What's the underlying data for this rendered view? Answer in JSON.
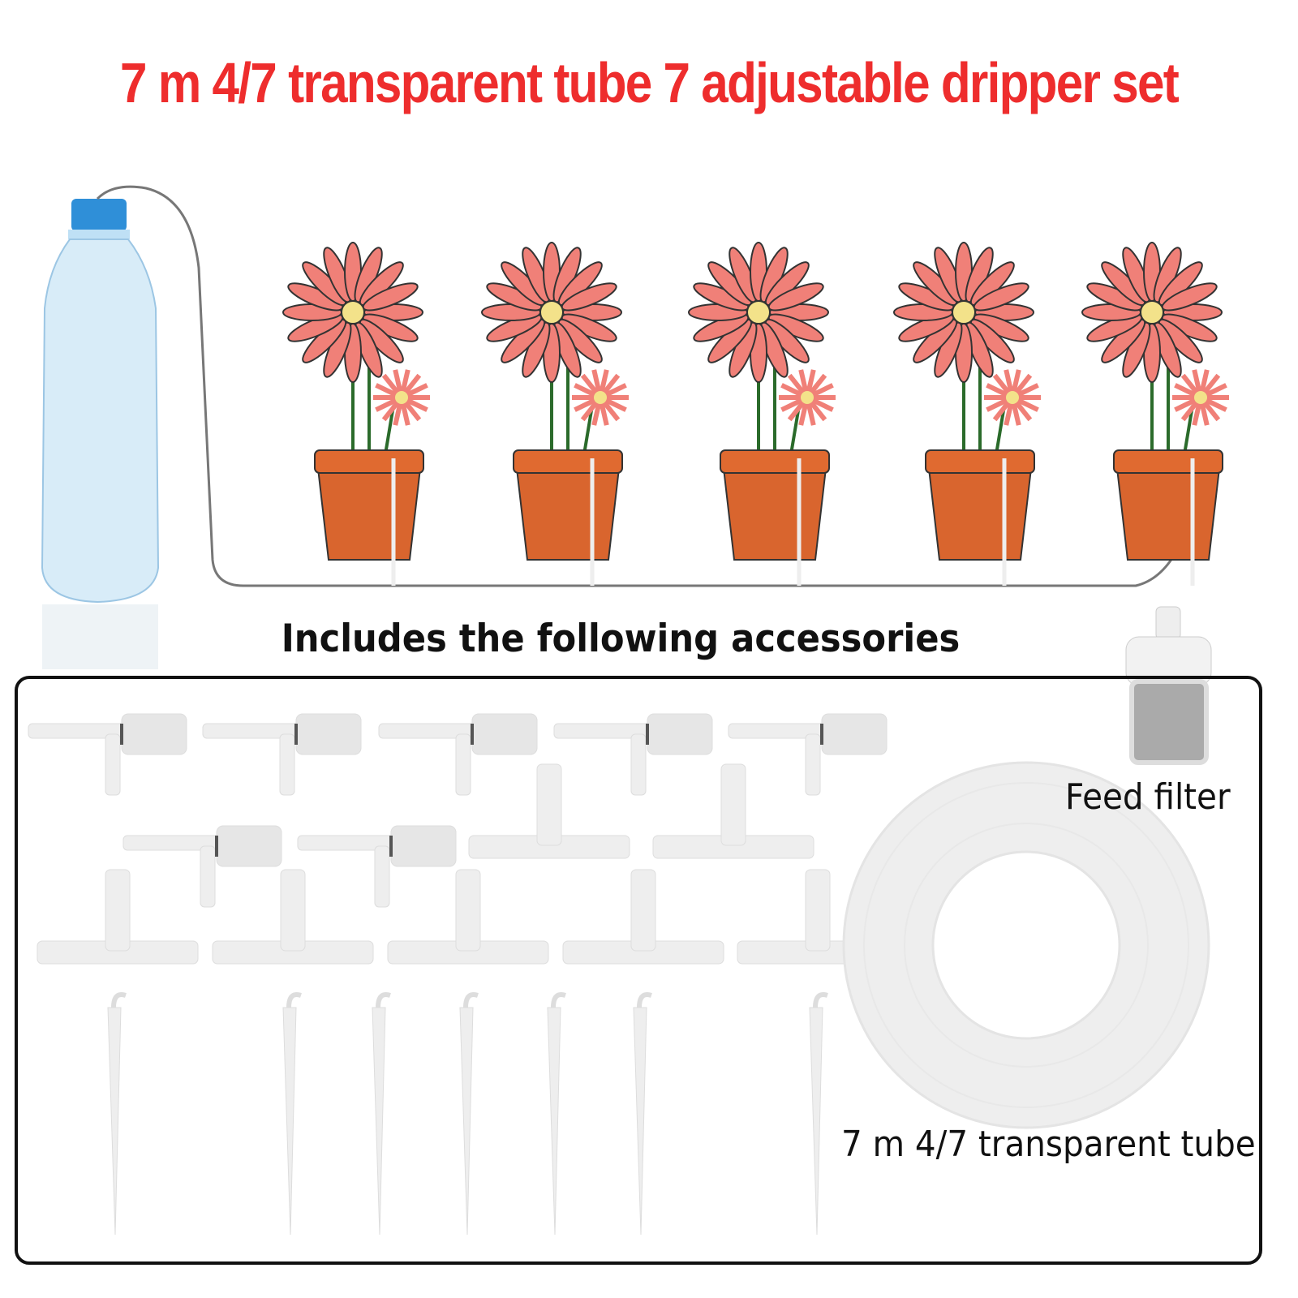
{
  "title": "7 m 4/7 transparent tube 7 adjustable dripper set",
  "section_heading": "Includes the following accessories",
  "accessories": {
    "filter_label": "Feed filter",
    "tube_label": "7 m 4/7 transparent tube",
    "adjustable_drippers_count": 7,
    "tee_connectors_count": 7,
    "ground_stakes_count": 7
  },
  "illustration": {
    "pots_count": 5
  },
  "colors": {
    "title": "#ee2d2d",
    "pot": "#d9652e",
    "petal": "#f08078",
    "cap": "#2f8fd8"
  }
}
